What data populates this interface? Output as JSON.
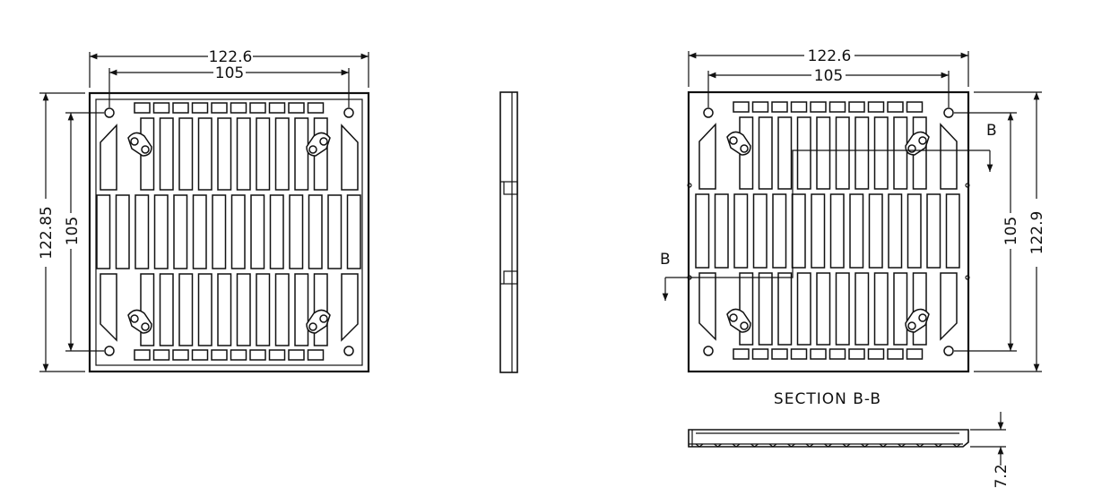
{
  "drawing": {
    "front_view": {
      "width_outer": "122.6",
      "width_holes": "105",
      "height_outer": "122.85",
      "height_holes": "105"
    },
    "right_view": {
      "width_outer": "122.6",
      "width_holes": "105",
      "height_outer": "122.9",
      "height_holes": "105",
      "section_mark_top": "B",
      "section_mark_left": "B"
    },
    "section": {
      "title": "SECTION B-B",
      "thickness": "7.2"
    }
  }
}
